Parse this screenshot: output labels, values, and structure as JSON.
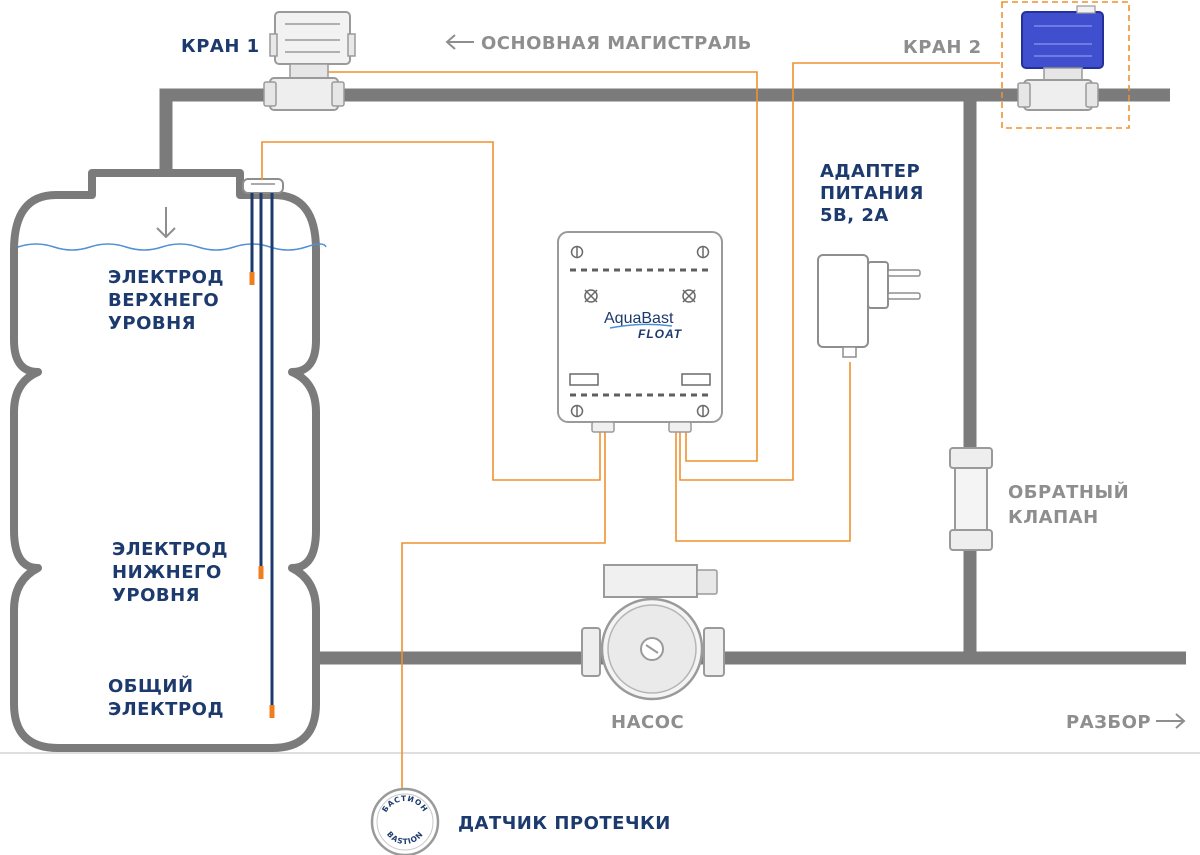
{
  "labels": {
    "valve1": "КРАН 1",
    "main_line": "ОСНОВНАЯ МАГИСТРАЛЬ",
    "valve2": "КРАН 2",
    "adapter": [
      "АДАПТЕР",
      "ПИТАНИЯ",
      "5В, 2А"
    ],
    "electrode_upper": [
      "ЭЛЕКТРОД",
      "ВЕРХНЕГО",
      "УРОВНЯ"
    ],
    "electrode_lower": [
      "ЭЛЕКТРОД",
      "НИЖНЕГО",
      "УРОВНЯ"
    ],
    "electrode_common": [
      "ОБЩИЙ",
      "ЭЛЕКТРОД"
    ],
    "check_valve": [
      "ОБРАТНЫЙ",
      "КЛАПАН"
    ],
    "pump": "НАСОС",
    "outlet": "РАЗБОР",
    "leak_sensor": "ДАТЧИК ПРОТЕЧКИ"
  },
  "controller": {
    "brand_name": "AquaBast",
    "model": "FLOAT"
  },
  "leak_sensor_badge": {
    "top_text": "БАСТИОН",
    "bottom_text": "BASTION"
  },
  "icons": [
    "arrow-left-icon",
    "arrow-right-icon",
    "arrow-down-icon",
    "water-wave-icon",
    "screw-icon"
  ],
  "colors": {
    "pipe": "#7b7b7b",
    "wire": "#f0912f",
    "label_blue": "#1c3a6e",
    "label_grey": "#8e8e8e",
    "valve2_body": "#3f4fce",
    "water_line": "#4f8fd6",
    "electrode": "#1c3a6e",
    "electrode_tip": "#f07d1e"
  }
}
